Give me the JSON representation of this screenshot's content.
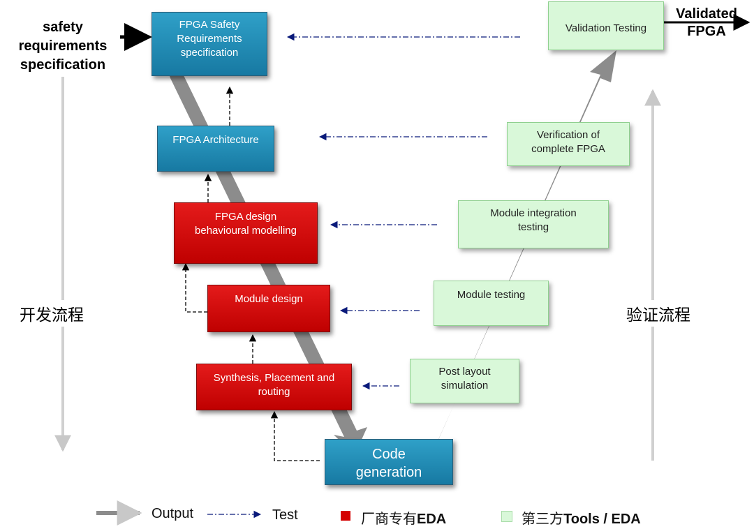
{
  "input_label": [
    "safety",
    "requirements",
    "specification"
  ],
  "output_label": [
    "Validated",
    "FPGA"
  ],
  "left_flow_label": "开发流程",
  "right_flow_label": "验证流程",
  "dev_boxes": [
    {
      "id": "safety_req",
      "lines": [
        "FPGA Safety",
        "Requirements",
        "specification"
      ],
      "kind": "blue"
    },
    {
      "id": "architecture",
      "lines": [
        "FPGA Architecture"
      ],
      "kind": "blue"
    },
    {
      "id": "behavioural",
      "lines": [
        "FPGA design",
        "behavioural modelling"
      ],
      "kind": "red"
    },
    {
      "id": "module_design",
      "lines": [
        "Module design"
      ],
      "kind": "red"
    },
    {
      "id": "synthesis",
      "lines": [
        "Synthesis, Placement and",
        "routing"
      ],
      "kind": "red"
    },
    {
      "id": "code_gen",
      "lines": [
        "Code",
        "generation"
      ],
      "kind": "blue"
    }
  ],
  "ver_boxes": [
    {
      "id": "validation",
      "lines": [
        "Validation Testing"
      ],
      "kind": "green"
    },
    {
      "id": "verification",
      "lines": [
        "Verification of",
        "complete FPGA"
      ],
      "kind": "green"
    },
    {
      "id": "integration",
      "lines": [
        "Module integration",
        "testing"
      ],
      "kind": "green"
    },
    {
      "id": "module_testing",
      "lines": [
        "Module testing"
      ],
      "kind": "green"
    },
    {
      "id": "post_layout",
      "lines": [
        "Post layout",
        "simulation"
      ],
      "kind": "green"
    }
  ],
  "legend": {
    "output": "Output",
    "test": "Test",
    "vendor_prefix": "厂商专有",
    "vendor_bold": "EDA",
    "third_prefix": "第三方",
    "third_bold": "Tools / EDA"
  },
  "colors": {
    "blue": "#1f8db8",
    "red": "#d40000",
    "green": "#d9f8d9",
    "arrow_gray": "#8c8c8c",
    "test_arrow": "#0a1a7a"
  }
}
